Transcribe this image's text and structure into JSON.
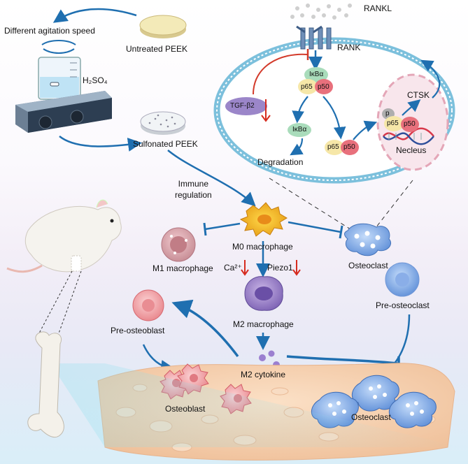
{
  "labels": {
    "agitation": "Different agitation speed",
    "untreated": "Untreated PEEK",
    "h2so4": "H₂SO₄",
    "sulfonated": "Sulfonated PEEK",
    "rankl": "RANKL",
    "rank": "RANK",
    "ikba_complex": "IκBα",
    "p65_a": "p65",
    "p50_a": "p50",
    "tgf": "TGF-β2",
    "ikba_free": "IκBα",
    "degradation": "Degradation",
    "p65_b": "p65",
    "p50_b": "p50",
    "p_tag": "p",
    "p65_c": "p65",
    "p50_c": "p50",
    "ctsk": "CTSK",
    "nucleus": "Necleus",
    "immune_regulation": "Immune\nregulation",
    "m0": "M0 macrophage",
    "m1": "M1 macrophage",
    "osteoclast_top": "Osteoclast",
    "ca": "Ca²⁺",
    "piezo": "Piezo1",
    "m2": "M2 macrophage",
    "pre_osteoblast": "Pre-osteoblast",
    "pre_osteoclast": "Pre-osteoclast",
    "m2_cytokine": "M2 cytokine",
    "osteoblast": "Osteoblast",
    "osteoclast_bottom": "Osteoclast"
  },
  "colors": {
    "arrow_blue": "#1f6fb0",
    "inhibit_red": "#d33a2a",
    "down_arrow": "#d62b1f",
    "bone": "#f5cfae"
  }
}
